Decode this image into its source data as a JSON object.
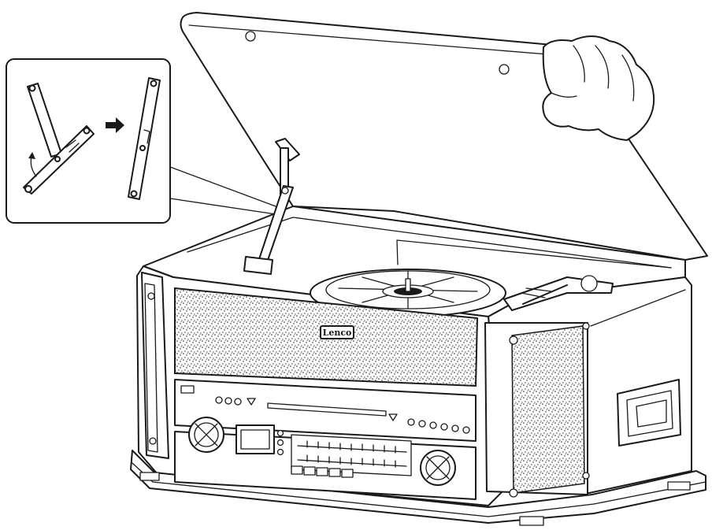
{
  "figure": {
    "brand_plate": "Lenco",
    "inset": {
      "arrow_icon": "right-arrow-icon",
      "fold_icon": "curved-arrow-icon",
      "steps": [
        "folded-lid-stay",
        "straightened-lid-stay"
      ]
    },
    "icons": [
      "hand-icon",
      "turntable-icon",
      "tonearm-icon",
      "cassette-deck-icon",
      "volume-knob-icon",
      "tuning-knob-icon"
    ]
  }
}
